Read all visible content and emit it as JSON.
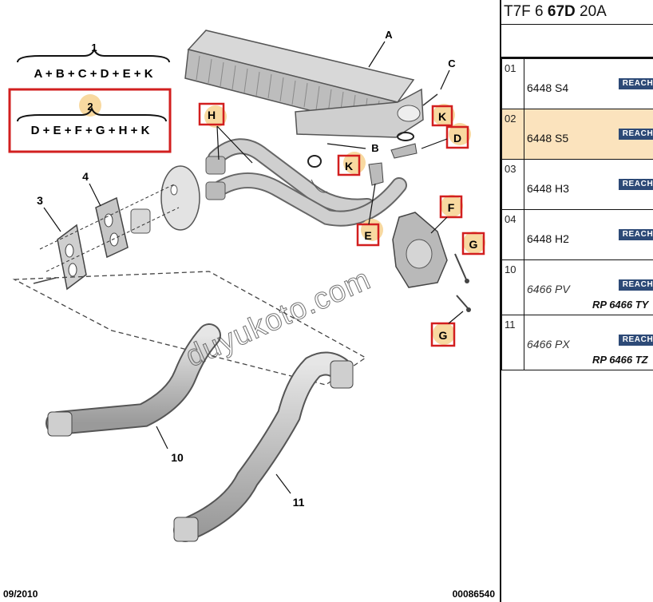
{
  "diagram": {
    "part_numbers": [
      "1",
      "2",
      "3",
      "4",
      "10",
      "11"
    ],
    "letters": {
      "A": "A",
      "B": "B",
      "C": "C",
      "D": "D",
      "E": "E",
      "F": "F",
      "G": "G",
      "H": "H",
      "K": "K"
    },
    "formula_1": "A + B + C + D + E + K",
    "formula_2": "D + E + F + G + H + K",
    "date": "09/2010",
    "doc_number": "00086540",
    "watermark": "duyukoto.com",
    "colors": {
      "highlight_box": "#d21f1f",
      "marker_fill": "#f8d9a0",
      "part_grey": "#c9c9c9"
    }
  },
  "panel": {
    "header_prefix": "T7F 6 ",
    "header_bold": "67D",
    "header_suffix": " 20A",
    "badge": "REACH",
    "rows": [
      {
        "index": "01",
        "ref": "6448 S4",
        "italic": false,
        "rp": ""
      },
      {
        "index": "02",
        "ref": "6448 S5",
        "italic": false,
        "rp": "",
        "selected": true
      },
      {
        "index": "03",
        "ref": "6448 H3",
        "italic": false,
        "rp": ""
      },
      {
        "index": "04",
        "ref": "6448 H2",
        "italic": false,
        "rp": ""
      },
      {
        "index": "10",
        "ref": "6466 PV",
        "italic": true,
        "rp": "RP 6466 TY"
      },
      {
        "index": "11",
        "ref": "6466 PX",
        "italic": true,
        "rp": "RP 6466 TZ"
      }
    ]
  }
}
